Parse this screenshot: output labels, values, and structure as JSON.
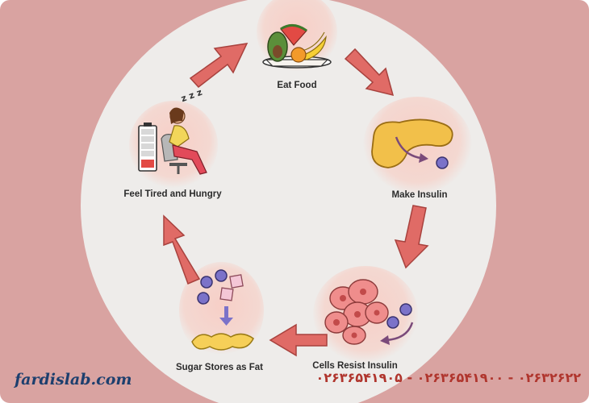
{
  "cycle": {
    "nodes": [
      {
        "id": "eat-food",
        "label": "Eat Food",
        "icon": "food-plate-icon"
      },
      {
        "id": "make-insulin",
        "label": "Make Insulin",
        "icon": "pancreas-icon"
      },
      {
        "id": "cells-resist-insulin",
        "label": "Cells Resist Insulin",
        "icon": "cells-icon"
      },
      {
        "id": "sugar-stores-as-fat",
        "label": "Sugar Stores as Fat",
        "icon": "fat-storage-icon"
      },
      {
        "id": "feel-tired-and-hungry",
        "label": "Feel Tired and Hungry",
        "icon": "tired-person-icon"
      }
    ],
    "sleep_text": "z z z"
  },
  "footer": {
    "watermark": "fardislab.com",
    "phones": "۰۲۶۳۶۵۴۱۹۰۵ - ۰۲۶۳۶۵۴۱۹۰۰ - ۰۲۶۳۲۶۲۲"
  },
  "colors": {
    "background": "#d9a3a1",
    "oval": "#eeecea",
    "arrow": "#e06b66",
    "label": "#2b2b2b",
    "watermark": "#1d3f6e",
    "phones": "#b0352d"
  }
}
